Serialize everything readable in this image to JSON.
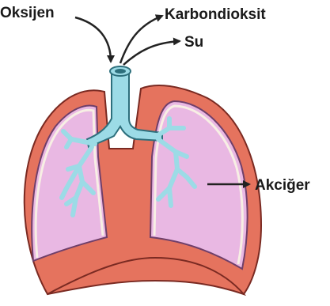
{
  "labels": {
    "oxygen": "Oksijen",
    "carbon_dioxide": "Karbondioksit",
    "water": "Su",
    "lung": "Akciğer"
  },
  "colors": {
    "chest_wall": "#e5735e",
    "chest_wall_outline": "#7a2a22",
    "lung_fill": "#e9b8e3",
    "lung_outline": "#6f3f6a",
    "membrane": "#f7efe4",
    "airway_fill": "#9cdbe6",
    "airway_outline": "#2d6f7c",
    "arrow": "#222222"
  }
}
